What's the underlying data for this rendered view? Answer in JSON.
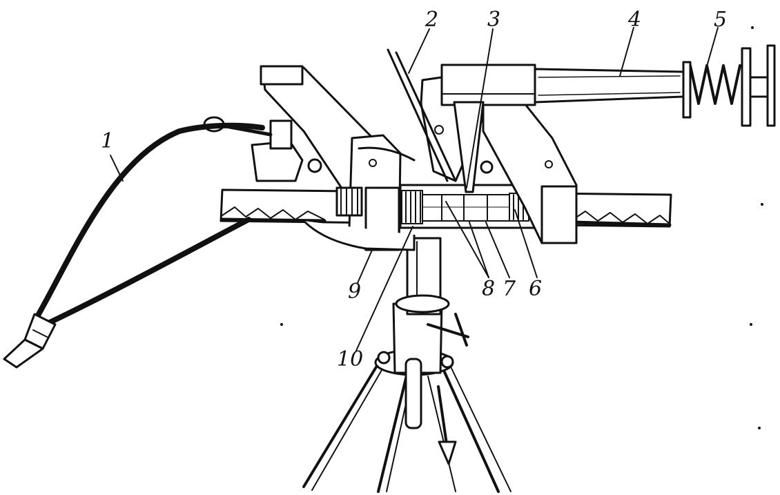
{
  "figure": {
    "labels": [
      {
        "id": "1",
        "text": "1"
      },
      {
        "id": "2",
        "text": "2"
      },
      {
        "id": "3",
        "text": "3"
      },
      {
        "id": "4",
        "text": "4"
      },
      {
        "id": "5",
        "text": "5"
      },
      {
        "id": "6",
        "text": "6"
      },
      {
        "id": "7",
        "text": "7"
      },
      {
        "id": "8",
        "text": "8"
      },
      {
        "id": "9",
        "text": "9"
      },
      {
        "id": "10",
        "text": "10"
      }
    ]
  },
  "colors": {
    "ink": "#111111",
    "paper": "#ffffff"
  }
}
